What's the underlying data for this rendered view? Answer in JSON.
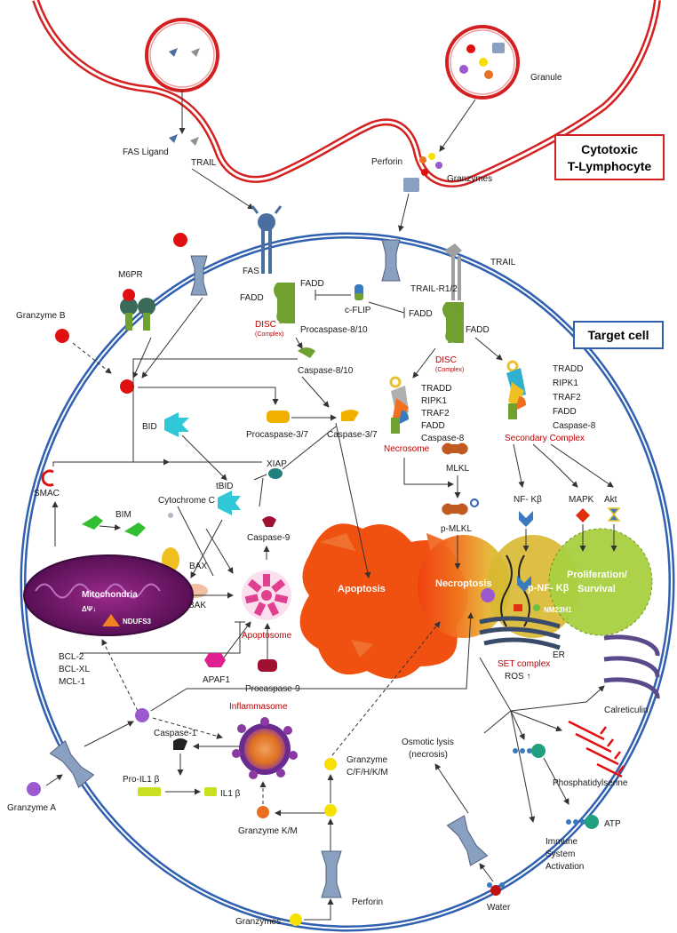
{
  "boxes": {
    "ctl_line1": "Cytotoxic",
    "ctl_line2": "T-Lymphocyte",
    "target": "Target cell"
  },
  "labels": {
    "granule": "Granule",
    "fas_ligand": "FAS Ligand",
    "trail_top": "TRAIL",
    "perforin_top": "Perforin",
    "granzymes_top": "Granzymes",
    "fas": "FAS",
    "fadd_l1": "FADD",
    "fadd_l2": "FADD",
    "disc_l": "DISC",
    "complex_l": "(Complex)",
    "procasp810": "Procaspase-8/10",
    "cflip": "c-FLIP",
    "trail_r": "TRAIL",
    "trailr12": "TRAIL-R1/2",
    "fadd_r1": "FADD",
    "fadd_r2": "FADD",
    "disc_r": "DISC",
    "complex_r": "(Complex)",
    "m6pr": "M6PR",
    "granzyme_b": "Granzyme B",
    "casp810": "Caspase-8/10",
    "bid": "BID",
    "procasp37": "Procaspase-3/7",
    "casp37": "Caspase-3/7",
    "xiap": "XIAP",
    "smac": "SMAC",
    "cytc": "Cytochrome C",
    "bim": "BIM",
    "tbid": "tBID",
    "bax": "BAX",
    "bak": "BAK",
    "casp9": "Caspase-9",
    "mito": "Mitochondria",
    "psi": "ΔΨ↓",
    "ndufs3": "NDUFS3",
    "bcl2": "BCL-2",
    "bclxl": "BCL-XL",
    "mcl1": "MCL-1",
    "apaf1": "APAF1",
    "apoptosome": "Apoptosome",
    "procasp9": "Procaspase-9",
    "apoptosis": "Apoptosis",
    "necroptosis": "Necroptosis",
    "prolif1": "Proliferation/",
    "prolif2": "Survival",
    "necro_tradd": "TRADD",
    "necro_ripk1": "RIPK1",
    "necro_traf2": "TRAF2",
    "necro_fadd": "FADD",
    "necro_casp8": "Caspase-8",
    "necrosome": "Necrosome",
    "sec_tradd": "TRADD",
    "sec_ripk1": "RIPK1",
    "sec_traf2": "TRAF2",
    "sec_fadd": "FADD",
    "sec_casp8": "Caspase-8",
    "secondary": "Secondary Complex",
    "mlkl": "MLKL",
    "pmlkl": "p-MLKL",
    "nfkb": "NF- Kβ",
    "mapk": "MAPK",
    "akt": "Akt",
    "pnfkb": "p-NF- Kβ",
    "nm23h1": "NM23H1",
    "er": "ER",
    "set_complex": "SET complex",
    "ros": "ROS ↑",
    "calreticulin": "Calreticulin",
    "phosphatidylserine": "Phosphatidylserine",
    "atp": "ATP",
    "inflammasome": "Inflammasome",
    "caspase1": "Caspase-1",
    "proil1b": "Pro-IL1 β",
    "il1b": "IL1 β",
    "granzyme_a": "Granzyme A",
    "granzyme_km": "Granzyme K/M",
    "granzyme_cf1": "Granzyme",
    "granzyme_cf2": "C/F/H/K/M",
    "osmotic1": "Osmotic lysis",
    "osmotic2": "(necrosis)",
    "immune1": "Immune",
    "immune2": "System",
    "immune3": "Activation",
    "water": "Water",
    "perforin_bottom": "Perforin",
    "granzymes_bottom": "Granzymes"
  },
  "colors": {
    "membrane_red": "#d42020",
    "membrane_blue": "#3060b0",
    "granzyme_red": "#e01010",
    "granzyme_yellow": "#f5e000",
    "granzyme_purple": "#9b59d0",
    "granzyme_orange": "#e87020",
    "fadd_green": "#70a030",
    "mito_purple": "#6b1a6b",
    "apoptosis_orange": "#f06020",
    "prolif_green": "#a0d040"
  }
}
